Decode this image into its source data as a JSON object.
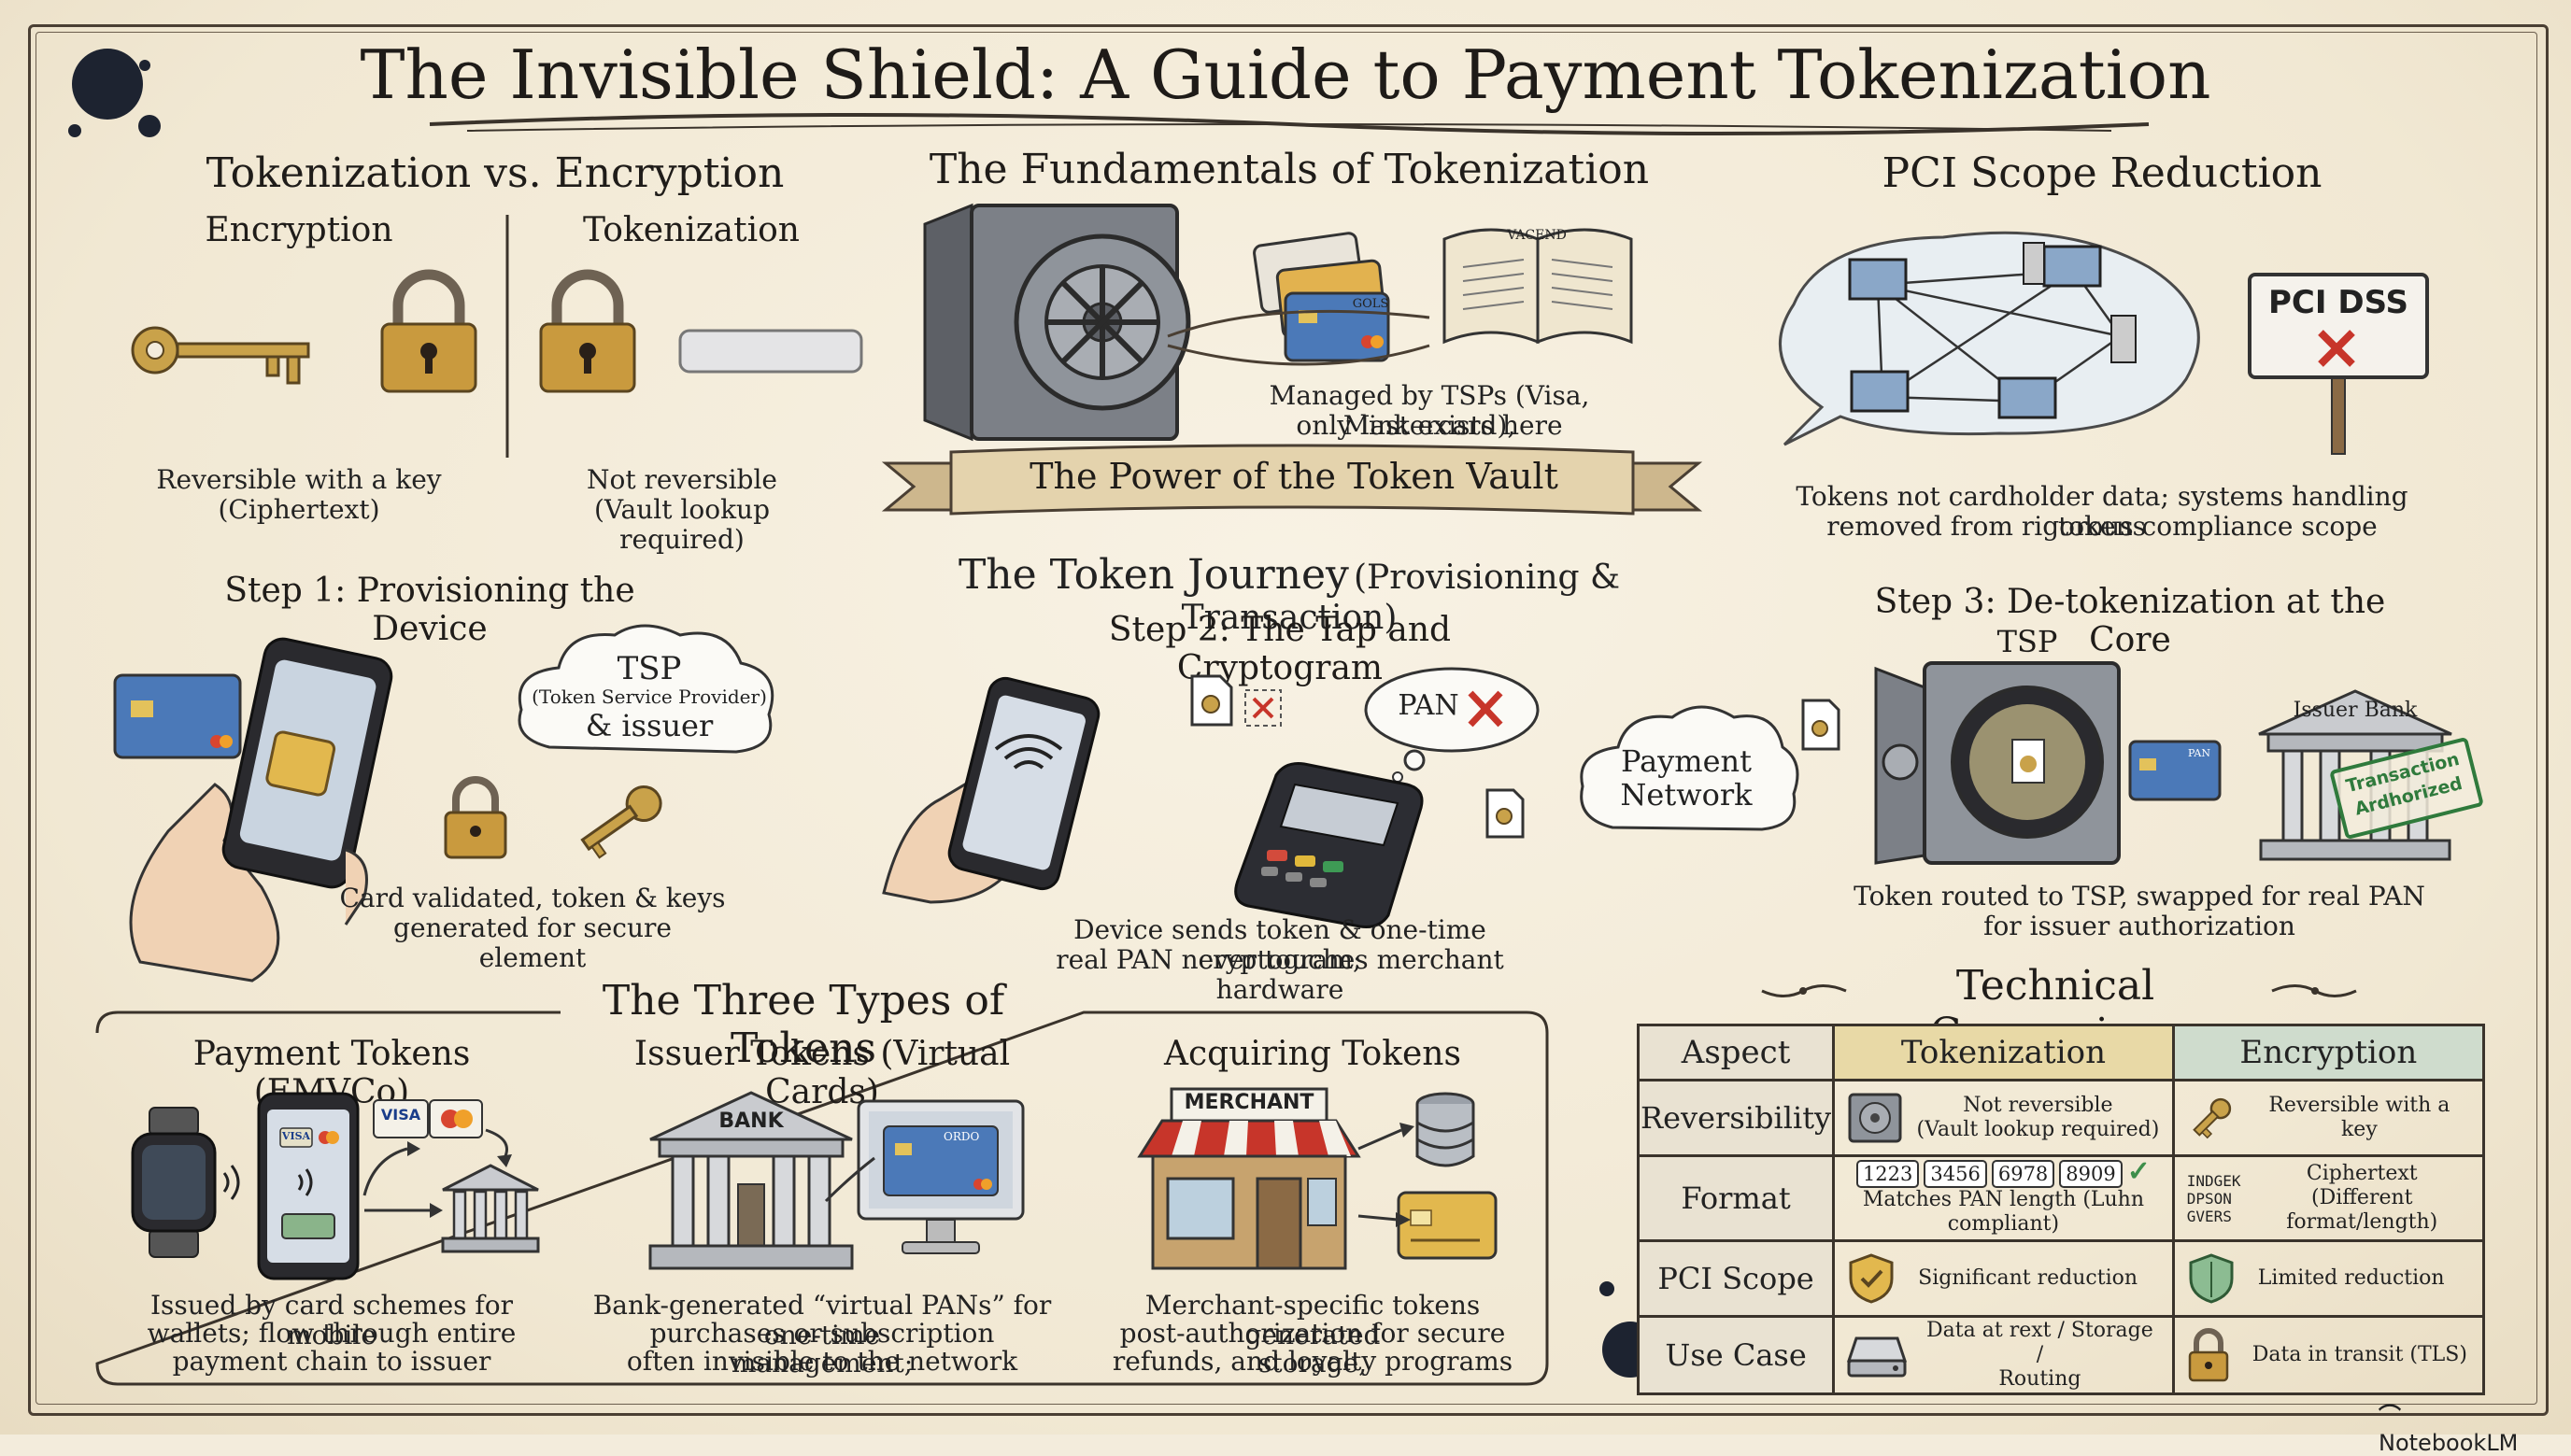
{
  "title": "The Invisible Shield: A Guide to Payment Tokenization",
  "vs": {
    "heading": "Tokenization vs. Encryption",
    "enc_label": "Encryption",
    "tok_label": "Tokenization",
    "enc_caption_1": "Reversible with a key",
    "enc_caption_2": "(Ciphertext)",
    "tok_caption_1": "Not reversible",
    "tok_caption_2": "(Vault lookup required)"
  },
  "fundamentals": {
    "heading": "The Fundamentals of Tokenization",
    "book_label": "VACEND",
    "card_label": "GOLS",
    "caption_1": "Managed by TSPs (Visa, Mastercard),",
    "caption_2": "only link exists here",
    "ribbon": "The Power of the Token Vault"
  },
  "pci": {
    "heading": "PCI Scope Reduction",
    "sign": "PCI DSS",
    "caption_1": "Tokens not cardholder data; systems handling tokens",
    "caption_2": "removed from rigorous compliance scope"
  },
  "journey": {
    "heading": "The Token Journey",
    "heading_suffix": "(Provisioning & Transaction)",
    "step1": {
      "heading": "Step 1: Provisioning the Device",
      "cloud_1": "TSP",
      "cloud_2": "(Token Service Provider)",
      "cloud_3": "& issuer",
      "caption_1": "Card validated, token & keys",
      "caption_2": "generated for secure element"
    },
    "step2": {
      "heading": "Step 2: The Tap and Cryptogram",
      "bubble": "PAN",
      "caption_1": "Device sends token & one-time cryptogram;",
      "caption_2": "real PAN never touches merchant hardware"
    },
    "step3": {
      "heading": "Step 3: De-tokenization at the Core",
      "tsp_label": "TSP",
      "network_1": "Payment",
      "network_2": "Network",
      "card_label": "PAN",
      "bank_label": "Issuer Bank",
      "stamp_1": "Transaction",
      "stamp_2": "Ardhorized",
      "caption_1": "Token routed to TSP, swapped for real PAN",
      "caption_2": "for issuer authorization"
    }
  },
  "types": {
    "heading": "The Three Types of Tokens",
    "payment": {
      "heading": "Payment Tokens (EMVCo)",
      "chip_1": "VISA",
      "chip_2": "VISA",
      "caption_1": "Issued by card schemes for mobile",
      "caption_2": "wallets; flow through entire",
      "caption_3": "payment chain to issuer"
    },
    "issuer": {
      "heading": "Issuer Tokens (Virtual Cards)",
      "bank_label": "BANK",
      "screen_card": "ORDO",
      "caption_1": "Bank-generated “virtual PANs” for one-time",
      "caption_2": "purchases or subscription management;",
      "caption_3": "often invisible to the network"
    },
    "acquiring": {
      "heading": "Acquiring Tokens",
      "store_label": "MERCHANT",
      "caption_1": "Merchant-specific tokens generated",
      "caption_2": "post-authorization for secure storage,",
      "caption_3": "refunds, and loyalty programs"
    }
  },
  "comparison": {
    "heading": "Technical Comparison",
    "headers": [
      "Aspect",
      "Tokenization",
      "Encryption"
    ],
    "rows": [
      {
        "aspect": "Reversibility",
        "tok_1": "Not reversible",
        "tok_2": "(Vault lookup required)",
        "enc_1": "Reversible with a key",
        "enc_2": ""
      },
      {
        "aspect": "Format",
        "tok_digits": [
          "1223",
          "3456",
          "6978",
          "8909"
        ],
        "tok_1": "Matches PAN length (Luhn compliant)",
        "enc_code": [
          "INDGEK",
          "DPSON",
          "GVERS"
        ],
        "enc_1": "Ciphertext",
        "enc_2": "(Different format/length)"
      },
      {
        "aspect": "PCI Scope",
        "tok_1": "Significant reduction",
        "enc_1": "Limited reduction"
      },
      {
        "aspect": "Use Case",
        "tok_1": "Data at rext / Storage /",
        "tok_2": "Routing",
        "enc_1": "Data in transit (TLS)"
      }
    ]
  },
  "watermark": "NotebookLM",
  "colors": {
    "parchment": "#f3ecdc",
    "ink": "#222222",
    "tok_header": "#e8d9a6",
    "enc_header": "#cfdccd",
    "red_x": "#c7352a",
    "gold": "#c9a24a"
  }
}
